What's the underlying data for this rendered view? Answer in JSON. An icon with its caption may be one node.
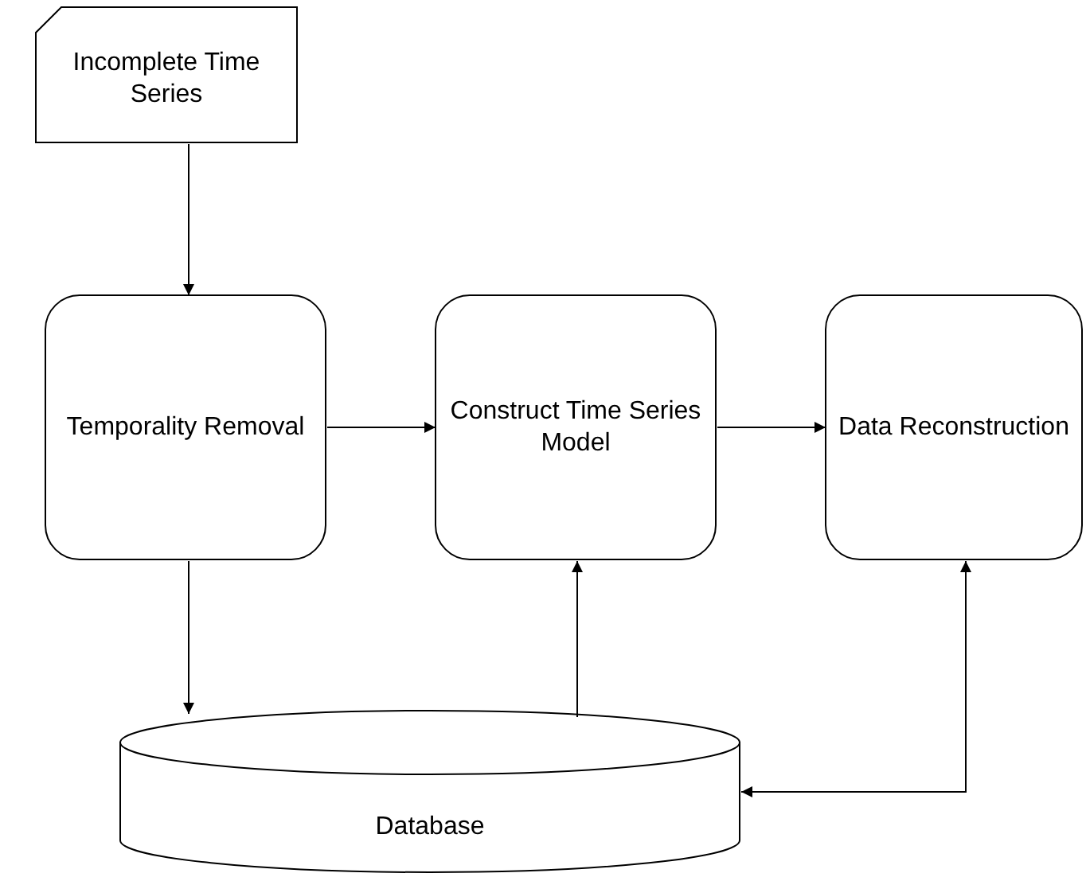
{
  "diagram": {
    "nodes": [
      {
        "text": [
          "Incomplete Time Series"
        ]
      },
      {
        "text": [
          "Temporality Removal"
        ]
      },
      {
        "text": [
          "Construct Time Series Model"
        ]
      },
      {
        "text": [
          "Data Reconstruction"
        ]
      },
      {
        "text": [
          "Database"
        ]
      }
    ],
    "edges": [
      {
        "from": 0,
        "to": 1,
        "arrow": "to"
      },
      {
        "from": 1,
        "to": 2,
        "arrow": "to"
      },
      {
        "from": 2,
        "to": 3,
        "arrow": "to"
      },
      {
        "from": 1,
        "to": 4,
        "arrow": "to"
      },
      {
        "from": 4,
        "to": 2,
        "arrow": "to"
      },
      {
        "from": 4,
        "to": 3,
        "arrow": "both"
      }
    ]
  }
}
